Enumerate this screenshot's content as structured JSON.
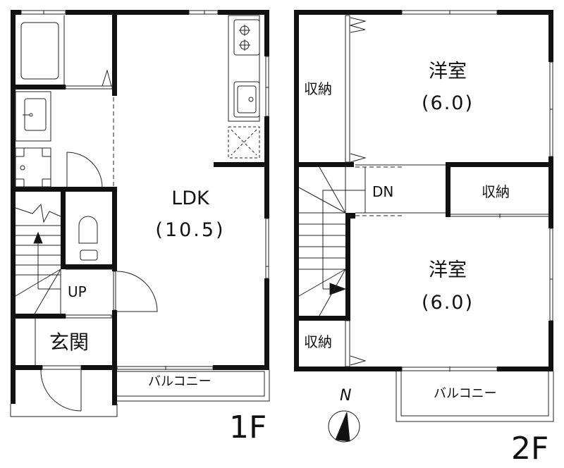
{
  "floor_1": {
    "label": "1F",
    "ldk": {
      "name": "LDK",
      "size": "(10.5)"
    },
    "entrance": "玄関",
    "stairs": "UP",
    "balcony": "バルコニー"
  },
  "floor_2": {
    "label": "2F",
    "room_upper": {
      "name": "洋室",
      "size": "(6.0)"
    },
    "room_lower": {
      "name": "洋室",
      "size": "(6.0)"
    },
    "storage_left": "収納",
    "storage_right": "収納",
    "storage_bottom": "収納",
    "stairs": "DN",
    "balcony": "バルコニー"
  },
  "compass": {
    "label": "N"
  },
  "colors": {
    "wall": "#111111",
    "line": "#222222",
    "background": "#ffffff"
  }
}
